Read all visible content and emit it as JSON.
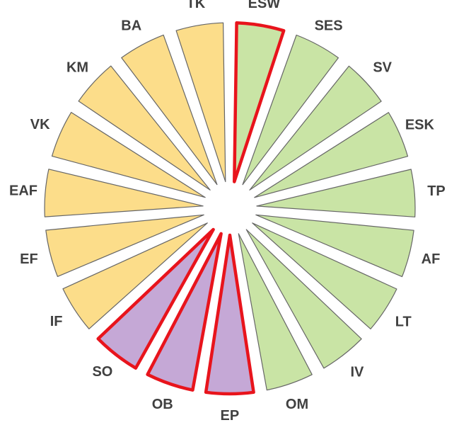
{
  "diagram": {
    "segments": [
      {
        "label": "ESW",
        "group": "green",
        "highlighted": true
      },
      {
        "label": "SES",
        "group": "green",
        "highlighted": false
      },
      {
        "label": "SV",
        "group": "green",
        "highlighted": false
      },
      {
        "label": "ESK",
        "group": "green",
        "highlighted": false
      },
      {
        "label": "TP",
        "group": "green",
        "highlighted": false
      },
      {
        "label": "AF",
        "group": "green",
        "highlighted": false
      },
      {
        "label": "LT",
        "group": "green",
        "highlighted": false
      },
      {
        "label": "IV",
        "group": "green",
        "highlighted": false
      },
      {
        "label": "OM",
        "group": "green",
        "highlighted": false
      },
      {
        "label": "EP",
        "group": "purple",
        "highlighted": true
      },
      {
        "label": "OB",
        "group": "purple",
        "highlighted": true
      },
      {
        "label": "SO",
        "group": "purple",
        "highlighted": true
      },
      {
        "label": "IF",
        "group": "yellow",
        "highlighted": false
      },
      {
        "label": "EF",
        "group": "yellow",
        "highlighted": false
      },
      {
        "label": "EAF",
        "group": "yellow",
        "highlighted": false
      },
      {
        "label": "VK",
        "group": "yellow",
        "highlighted": false
      },
      {
        "label": "KM",
        "group": "yellow",
        "highlighted": false
      },
      {
        "label": "BA",
        "group": "yellow",
        "highlighted": false
      },
      {
        "label": "TK",
        "group": "yellow",
        "highlighted": false
      }
    ],
    "colors": {
      "green": "#c9e4a5",
      "purple": "#c5a8d6",
      "yellow": "#fcdd8a",
      "outline": "#666666",
      "highlight_outline": "#e8141c",
      "label": "#404040"
    }
  }
}
